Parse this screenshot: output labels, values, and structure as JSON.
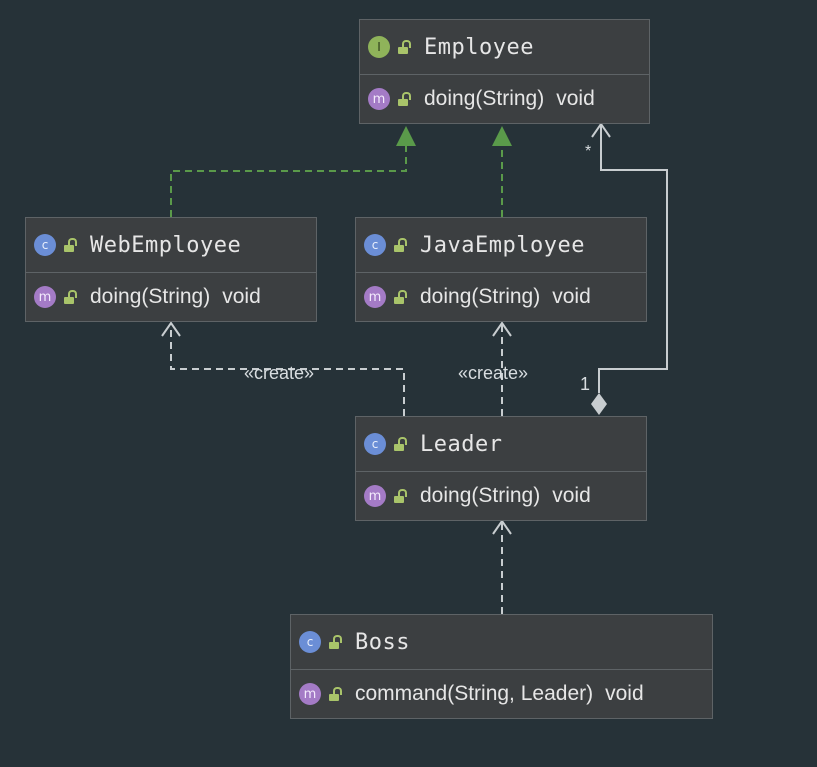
{
  "classes": {
    "employee": {
      "name": "Employee",
      "kind": "I",
      "kind_icon": "interface-icon",
      "members": [
        {
          "badge": "m",
          "signature": "doing(String)",
          "return_type": "void"
        }
      ]
    },
    "web": {
      "name": "WebEmployee",
      "kind": "c",
      "kind_icon": "class-icon",
      "members": [
        {
          "badge": "m",
          "signature": "doing(String)",
          "return_type": "void"
        }
      ]
    },
    "java": {
      "name": "JavaEmployee",
      "kind": "c",
      "kind_icon": "class-icon",
      "members": [
        {
          "badge": "m",
          "signature": "doing(String)",
          "return_type": "void"
        }
      ]
    },
    "leader": {
      "name": "Leader",
      "kind": "c",
      "kind_icon": "class-icon",
      "members": [
        {
          "badge": "m",
          "signature": "doing(String)",
          "return_type": "void"
        }
      ]
    },
    "boss": {
      "name": "Boss",
      "kind": "c",
      "kind_icon": "class-icon",
      "members": [
        {
          "badge": "m",
          "signature": "command(String, Leader)",
          "return_type": "void"
        }
      ]
    }
  },
  "edges": {
    "create_web": "«create»",
    "create_java": "«create»",
    "aggregation_source_multiplicity": "1",
    "aggregation_target_multiplicity": "*"
  },
  "colors": {
    "background": "#263238",
    "node_fill": "#3c3f41",
    "realization": "#5a9a4a",
    "dependency": "#c8cdd0"
  }
}
